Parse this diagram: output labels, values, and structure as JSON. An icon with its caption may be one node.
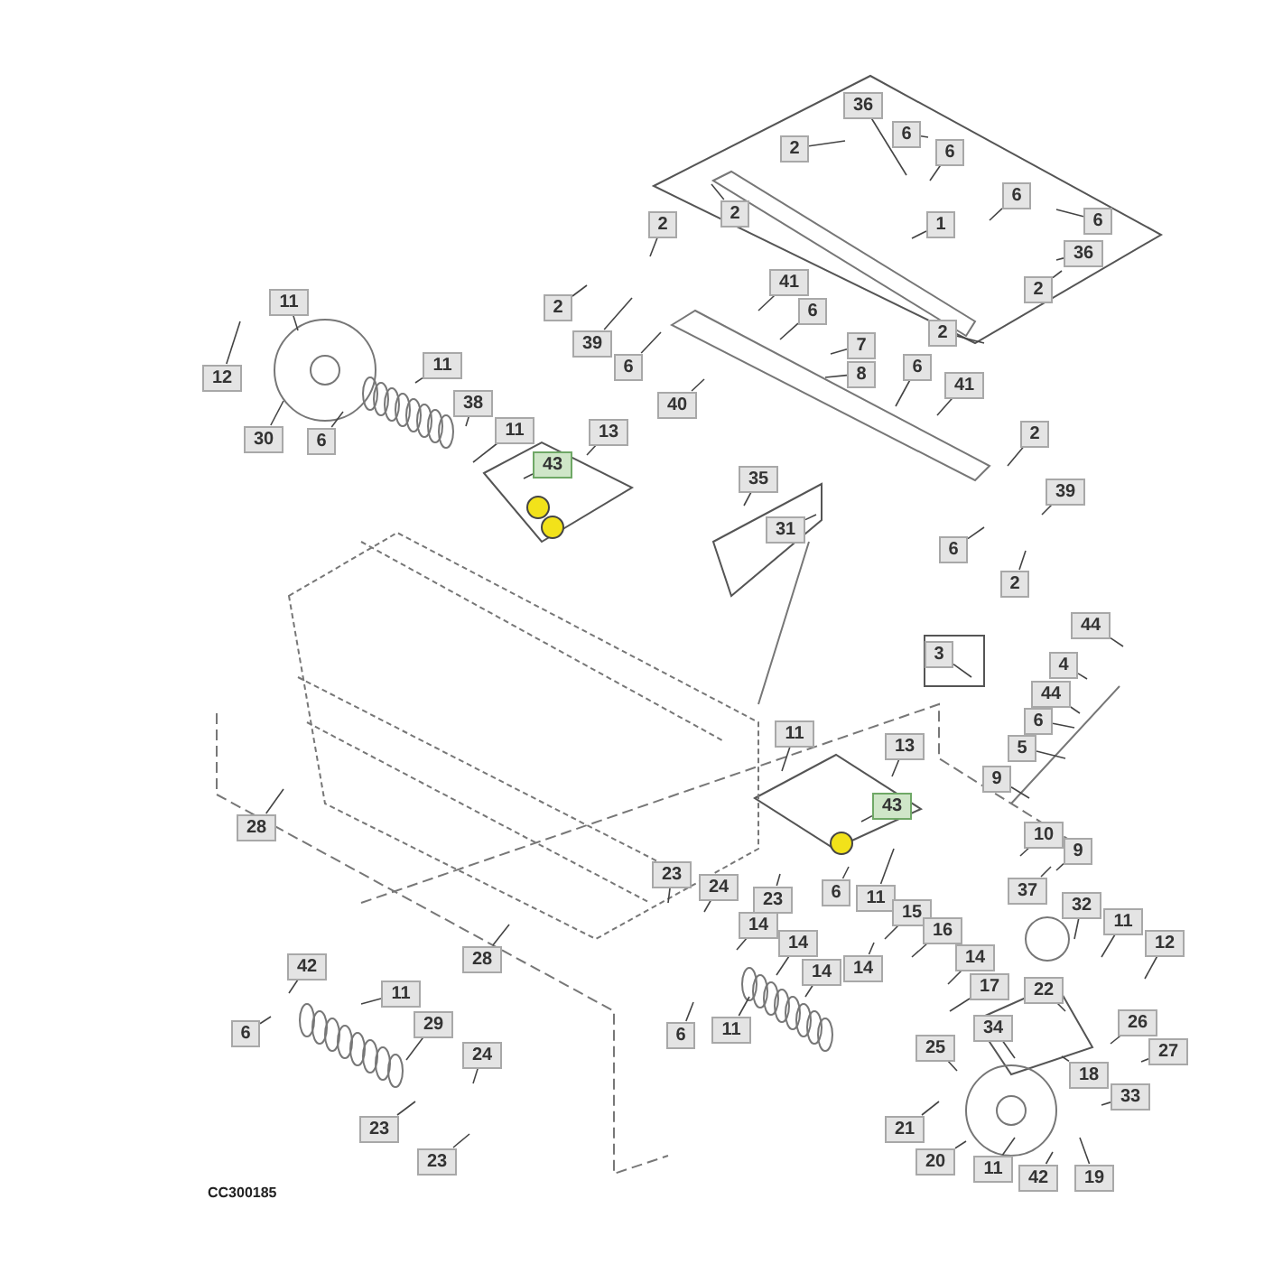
{
  "diagram": {
    "nodes": [
      {
        "text": [
          "36"
        ]
      },
      {
        "text": [
          "2"
        ]
      },
      {
        "text": [
          "6"
        ]
      },
      {
        "text": [
          "6"
        ]
      },
      {
        "text": [
          "2"
        ]
      },
      {
        "text": [
          "1"
        ]
      },
      {
        "text": [
          "6"
        ]
      },
      {
        "text": [
          "6"
        ]
      },
      {
        "text": [
          "36"
        ]
      },
      {
        "text": [
          "2"
        ]
      },
      {
        "text": [
          "2"
        ]
      },
      {
        "text": [
          "11"
        ]
      },
      {
        "text": [
          "2"
        ]
      },
      {
        "text": [
          "41"
        ]
      },
      {
        "text": [
          "6"
        ]
      },
      {
        "text": [
          "39"
        ]
      },
      {
        "text": [
          "6"
        ]
      },
      {
        "text": [
          "7"
        ]
      },
      {
        "text": [
          "8"
        ]
      },
      {
        "text": [
          "2"
        ]
      },
      {
        "text": [
          "12"
        ]
      },
      {
        "text": [
          "11"
        ]
      },
      {
        "text": [
          "6"
        ]
      },
      {
        "text": [
          "41"
        ]
      },
      {
        "text": [
          "40"
        ]
      },
      {
        "text": [
          "38"
        ]
      },
      {
        "text": [
          "11"
        ]
      },
      {
        "text": [
          "13"
        ]
      },
      {
        "text": [
          "2"
        ]
      },
      {
        "text": [
          "30"
        ]
      },
      {
        "text": [
          "6"
        ]
      },
      {
        "text": [
          "43"
        ]
      },
      {
        "text": [
          "35"
        ]
      },
      {
        "text": [
          "39"
        ]
      },
      {
        "text": [
          "31"
        ]
      },
      {
        "text": [
          "6"
        ]
      },
      {
        "text": [
          "2"
        ]
      },
      {
        "text": [
          "44"
        ]
      },
      {
        "text": [
          "3"
        ]
      },
      {
        "text": [
          "4"
        ]
      },
      {
        "text": [
          "44"
        ]
      },
      {
        "text": [
          "6"
        ]
      },
      {
        "text": [
          "11"
        ]
      },
      {
        "text": [
          "5"
        ]
      },
      {
        "text": [
          "13"
        ]
      },
      {
        "text": [
          "9"
        ]
      },
      {
        "text": [
          "43"
        ]
      },
      {
        "text": [
          "28"
        ]
      },
      {
        "text": [
          "10"
        ]
      },
      {
        "text": [
          "9"
        ]
      },
      {
        "text": [
          "23"
        ]
      },
      {
        "text": [
          "24"
        ]
      },
      {
        "text": [
          "37"
        ]
      },
      {
        "text": [
          "6"
        ]
      },
      {
        "text": [
          "11"
        ]
      },
      {
        "text": [
          "23"
        ]
      },
      {
        "text": [
          "32"
        ]
      },
      {
        "text": [
          "15"
        ]
      },
      {
        "text": [
          "11"
        ]
      },
      {
        "text": [
          "14"
        ]
      },
      {
        "text": [
          "16"
        ]
      },
      {
        "text": [
          "12"
        ]
      },
      {
        "text": [
          "14"
        ]
      },
      {
        "text": [
          "28"
        ]
      },
      {
        "text": [
          "14"
        ]
      },
      {
        "text": [
          "14"
        ]
      },
      {
        "text": [
          "42"
        ]
      },
      {
        "text": [
          "17"
        ]
      },
      {
        "text": [
          "14"
        ]
      },
      {
        "text": [
          "22"
        ]
      },
      {
        "text": [
          "11"
        ]
      },
      {
        "text": [
          "26"
        ]
      },
      {
        "text": [
          "34"
        ]
      },
      {
        "text": [
          "29"
        ]
      },
      {
        "text": [
          "27"
        ]
      },
      {
        "text": [
          "6"
        ]
      },
      {
        "text": [
          "6"
        ]
      },
      {
        "text": [
          "11"
        ]
      },
      {
        "text": [
          "25"
        ]
      },
      {
        "text": [
          "24"
        ]
      },
      {
        "text": [
          "18"
        ]
      },
      {
        "text": [
          "33"
        ]
      },
      {
        "text": [
          "23"
        ]
      },
      {
        "text": [
          "21"
        ]
      },
      {
        "text": [
          "23"
        ]
      },
      {
        "text": [
          "20"
        ]
      },
      {
        "text": [
          "11"
        ]
      },
      {
        "text": [
          "42"
        ]
      },
      {
        "text": [
          "19"
        ]
      }
    ],
    "edges": [
      {
        "from": 0,
        "to": null,
        "arrow": "none"
      },
      {
        "from": 1,
        "to": null,
        "arrow": "none"
      },
      {
        "from": 2,
        "to": null,
        "arrow": "none"
      },
      {
        "from": 3,
        "to": null,
        "arrow": "none"
      },
      {
        "from": 4,
        "to": null,
        "arrow": "none"
      },
      {
        "from": 5,
        "to": null,
        "arrow": "none"
      },
      {
        "from": 6,
        "to": null,
        "arrow": "none"
      },
      {
        "from": 7,
        "to": null,
        "arrow": "none"
      },
      {
        "from": 8,
        "to": null,
        "arrow": "none"
      },
      {
        "from": 9,
        "to": null,
        "arrow": "none"
      },
      {
        "from": 10,
        "to": null,
        "arrow": "none"
      },
      {
        "from": 11,
        "to": null,
        "arrow": "none"
      },
      {
        "from": 12,
        "to": null,
        "arrow": "none"
      },
      {
        "from": 13,
        "to": null,
        "arrow": "none"
      },
      {
        "from": 14,
        "to": null,
        "arrow": "none"
      },
      {
        "from": 15,
        "to": null,
        "arrow": "none"
      },
      {
        "from": 16,
        "to": null,
        "arrow": "none"
      },
      {
        "from": 17,
        "to": null,
        "arrow": "none"
      },
      {
        "from": 18,
        "to": null,
        "arrow": "none"
      },
      {
        "from": 19,
        "to": null,
        "arrow": "none"
      },
      {
        "from": 20,
        "to": null,
        "arrow": "none"
      },
      {
        "from": 21,
        "to": null,
        "arrow": "none"
      },
      {
        "from": 22,
        "to": null,
        "arrow": "none"
      },
      {
        "from": 23,
        "to": null,
        "arrow": "none"
      },
      {
        "from": 24,
        "to": null,
        "arrow": "none"
      },
      {
        "from": 25,
        "to": null,
        "arrow": "none"
      },
      {
        "from": 26,
        "to": null,
        "arrow": "none"
      },
      {
        "from": 27,
        "to": null,
        "arrow": "none"
      },
      {
        "from": 28,
        "to": null,
        "arrow": "none"
      },
      {
        "from": 29,
        "to": null,
        "arrow": "none"
      },
      {
        "from": 30,
        "to": null,
        "arrow": "none"
      },
      {
        "from": 31,
        "to": null,
        "arrow": "none"
      },
      {
        "from": 32,
        "to": null,
        "arrow": "none"
      },
      {
        "from": 33,
        "to": null,
        "arrow": "none"
      },
      {
        "from": 34,
        "to": null,
        "arrow": "none"
      },
      {
        "from": 35,
        "to": null,
        "arrow": "none"
      },
      {
        "from": 36,
        "to": null,
        "arrow": "none"
      },
      {
        "from": 37,
        "to": null,
        "arrow": "none"
      },
      {
        "from": 38,
        "to": null,
        "arrow": "none"
      },
      {
        "from": 39,
        "to": null,
        "arrow": "none"
      },
      {
        "from": 40,
        "to": null,
        "arrow": "none"
      },
      {
        "from": 41,
        "to": null,
        "arrow": "none"
      },
      {
        "from": 42,
        "to": null,
        "arrow": "none"
      },
      {
        "from": 43,
        "to": null,
        "arrow": "none"
      },
      {
        "from": 44,
        "to": null,
        "arrow": "none"
      },
      {
        "from": 45,
        "to": null,
        "arrow": "none"
      },
      {
        "from": 46,
        "to": null,
        "arrow": "none"
      },
      {
        "from": 47,
        "to": null,
        "arrow": "none"
      },
      {
        "from": 48,
        "to": null,
        "arrow": "none"
      },
      {
        "from": 49,
        "to": null,
        "arrow": "none"
      },
      {
        "from": 50,
        "to": null,
        "arrow": "none"
      },
      {
        "from": 51,
        "to": null,
        "arrow": "none"
      },
      {
        "from": 52,
        "to": null,
        "arrow": "none"
      },
      {
        "from": 53,
        "to": null,
        "arrow": "none"
      },
      {
        "from": 54,
        "to": null,
        "arrow": "none"
      },
      {
        "from": 55,
        "to": null,
        "arrow": "none"
      },
      {
        "from": 56,
        "to": null,
        "arrow": "none"
      },
      {
        "from": 57,
        "to": null,
        "arrow": "none"
      },
      {
        "from": 58,
        "to": null,
        "arrow": "none"
      },
      {
        "from": 59,
        "to": null,
        "arrow": "none"
      },
      {
        "from": 60,
        "to": null,
        "arrow": "none"
      },
      {
        "from": 61,
        "to": null,
        "arrow": "none"
      },
      {
        "from": 62,
        "to": null,
        "arrow": "none"
      },
      {
        "from": 63,
        "to": null,
        "arrow": "none"
      },
      {
        "from": 64,
        "to": null,
        "arrow": "none"
      },
      {
        "from": 65,
        "to": null,
        "arrow": "none"
      },
      {
        "from": 66,
        "to": null,
        "arrow": "none"
      },
      {
        "from": 67,
        "to": null,
        "arrow": "none"
      },
      {
        "from": 68,
        "to": null,
        "arrow": "none"
      },
      {
        "from": 69,
        "to": null,
        "arrow": "none"
      },
      {
        "from": 70,
        "to": null,
        "arrow": "none"
      },
      {
        "from": 71,
        "to": null,
        "arrow": "none"
      },
      {
        "from": 72,
        "to": null,
        "arrow": "none"
      },
      {
        "from": 73,
        "to": null,
        "arrow": "none"
      },
      {
        "from": 74,
        "to": null,
        "arrow": "none"
      },
      {
        "from": 75,
        "to": null,
        "arrow": "none"
      },
      {
        "from": 76,
        "to": null,
        "arrow": "none"
      },
      {
        "from": 77,
        "to": null,
        "arrow": "none"
      },
      {
        "from": 78,
        "to": null,
        "arrow": "none"
      },
      {
        "from": 79,
        "to": null,
        "arrow": "none"
      },
      {
        "from": 80,
        "to": null,
        "arrow": "none"
      },
      {
        "from": 81,
        "to": null,
        "arrow": "none"
      },
      {
        "from": 82,
        "to": null,
        "arrow": "none"
      },
      {
        "from": 83,
        "to": null,
        "arrow": "none"
      },
      {
        "from": 84,
        "to": null,
        "arrow": "none"
      },
      {
        "from": 85,
        "to": null,
        "arrow": "none"
      },
      {
        "from": 86,
        "to": null,
        "arrow": "none"
      },
      {
        "from": 87,
        "to": null,
        "arrow": "none"
      },
      {
        "from": 88,
        "to": null,
        "arrow": "none"
      }
    ],
    "labels": [
      "CC300185"
    ]
  }
}
